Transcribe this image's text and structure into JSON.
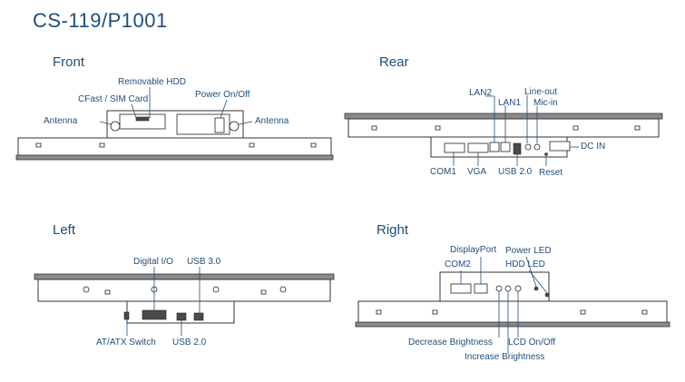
{
  "title": "CS-119/P1001",
  "views": {
    "front": {
      "label": "Front",
      "callouts": {
        "removable_hdd": "Removable HDD",
        "cfast_sim": "CFast / SIM Card",
        "power": "Power On/Off",
        "antenna_left": "Antenna",
        "antenna_right": "Antenna"
      }
    },
    "rear": {
      "label": "Rear",
      "callouts": {
        "lan2": "LAN2",
        "lan1": "LAN1",
        "line_out": "Line-out",
        "mic_in": "Mic-in",
        "dc_in": "DC IN",
        "com1": "COM1",
        "vga": "VGA",
        "usb20": "USB 2.0",
        "reset": "Reset"
      }
    },
    "left": {
      "label": "Left",
      "callouts": {
        "digital_io": "Digital I/O",
        "usb30": "USB 3.0",
        "atatx": "AT/ATX Switch",
        "usb20": "USB 2.0"
      }
    },
    "right": {
      "label": "Right",
      "callouts": {
        "displayport": "DisplayPort",
        "com2": "COM2",
        "power_led": "Power LED",
        "hdd_led": "HDD LED",
        "decrease": "Decrease Brightness",
        "lcd": "LCD On/Off",
        "increase": "Increase Brightness"
      }
    }
  }
}
